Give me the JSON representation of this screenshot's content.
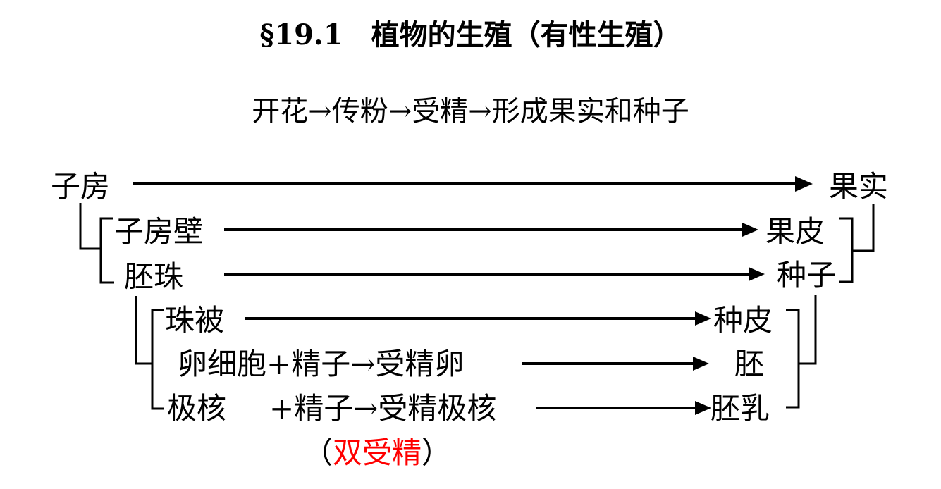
{
  "title": "§19.1　植物的生殖（有性生殖）",
  "flow": "开花→传粉→受精→形成果实和种子",
  "colors": {
    "text": "#000000",
    "highlight": "#ff0000"
  },
  "left": {
    "ovary": "子房",
    "ovary_wall": "子房壁",
    "ovule": "胚珠",
    "integument": "珠被",
    "egg_fertilization": "卵细胞+精子→受精卵",
    "polar_nuclei": "极核",
    "polar_fertilization": "+精子→受精极核",
    "double_fertilization_open": "（",
    "double_fertilization": "双受精",
    "double_fertilization_close": "）"
  },
  "right": {
    "fruit": "果实",
    "pericarp": "果皮",
    "seed": "种子",
    "seed_coat": "种皮",
    "embryo": "胚",
    "endosperm": "胚乳"
  },
  "mappings": [
    {
      "from": "子房",
      "to": "果实"
    },
    {
      "from": "子房壁",
      "to": "果皮"
    },
    {
      "from": "胚珠",
      "to": "种子"
    },
    {
      "from": "珠被",
      "to": "种皮"
    },
    {
      "from": "受精卵",
      "to": "胚"
    },
    {
      "from": "受精极核",
      "to": "胚乳"
    }
  ]
}
